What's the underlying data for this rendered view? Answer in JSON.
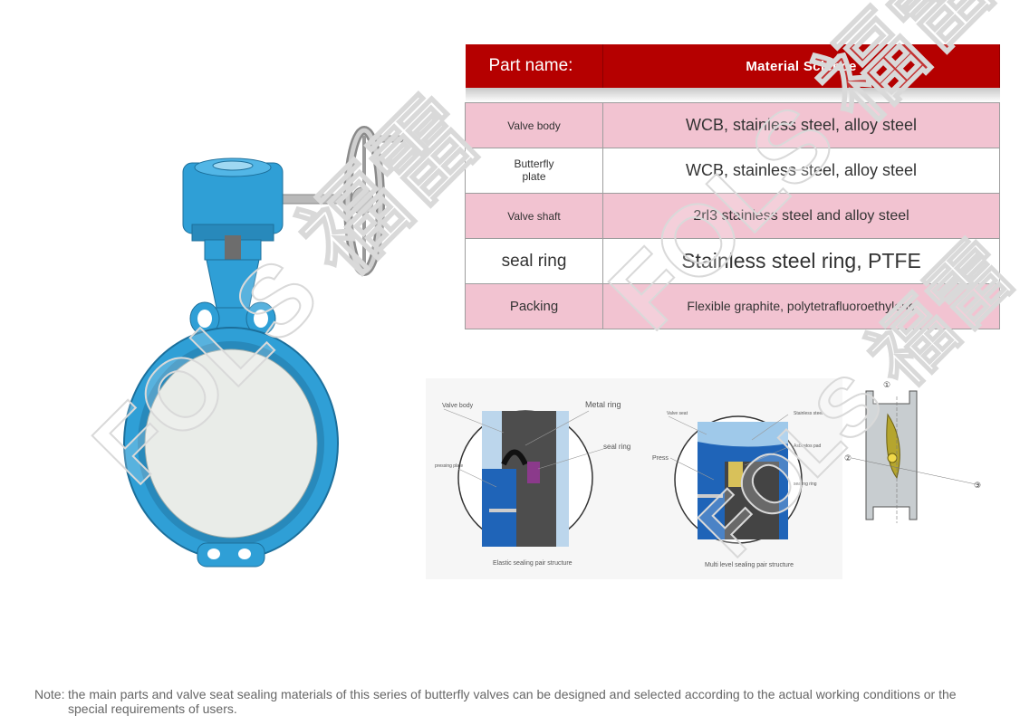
{
  "table": {
    "header": {
      "part_name": "Part name:",
      "material": "Material Science"
    },
    "rows": [
      {
        "part": "Valve body",
        "material": "WCB, stainless steel, alloy steel"
      },
      {
        "part": "Butterfly plate",
        "material": "WCB, stainless steel, alloy steel"
      },
      {
        "part": "Valve shaft",
        "material": "2rl3 stainless steel and alloy steel"
      },
      {
        "part": "seal ring",
        "material": "Stainless steel ring, PTFE"
      },
      {
        "part": "Packing",
        "material": "Flexible graphite, polytetrafluoroethylene"
      }
    ]
  },
  "diagrams": {
    "elastic": {
      "caption": "Elastic sealing pair structure",
      "labels": {
        "valve_body": "Valve body",
        "metal_ring": "Metal ring",
        "seal_ring": "seal ring",
        "pressing_plate": "pressing plate"
      }
    },
    "multilevel": {
      "caption": "Multi level sealing pair structure",
      "labels": {
        "valve_seat": "Valve seat",
        "stainless_steel": "Stainless steel",
        "asbestos_pad": "Asbestos pad",
        "press": "Press",
        "sealing_ring": "sealing ring"
      }
    },
    "section_markers": [
      "①",
      "②",
      "③"
    ]
  },
  "watermark": {
    "text": "FOLS 福雷"
  },
  "footer": {
    "prefix": "Note:",
    "text": "the main parts and valve seat sealing materials of this series of butterfly valves can be designed and selected according to the actual working conditions or the special requirements of users."
  },
  "colors": {
    "header_red": "#b50000",
    "row_pink": "#f2c3d1",
    "valve_blue": "#2f9fd6"
  }
}
